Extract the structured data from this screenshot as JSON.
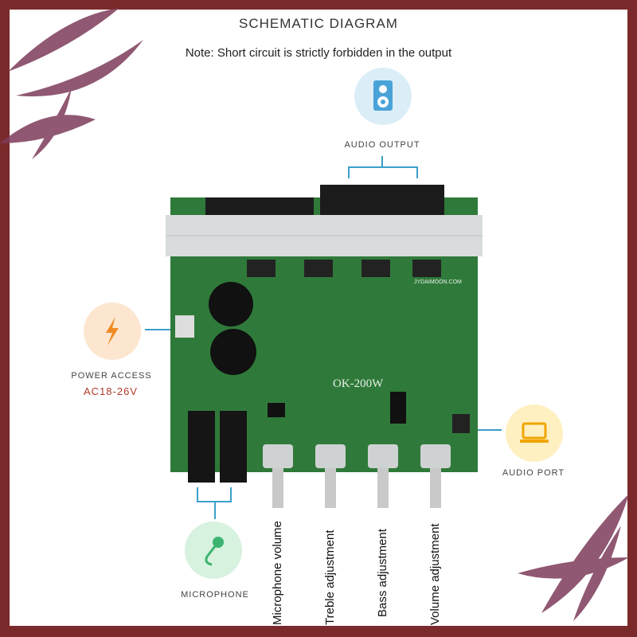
{
  "header": {
    "title": "SCHEMATIC DIAGRAM",
    "note": "Note: Short circuit is strictly forbidden in the output"
  },
  "callouts": {
    "audio_output": "AUDIO OUTPUT",
    "power_access": "POWER ACCESS",
    "power_voltage": "AC18-26V",
    "audio_port": "AUDIO PORT",
    "microphone": "MICROPHONE"
  },
  "board": {
    "model": "OK-200W",
    "site": "JYDAIMOON.COM"
  },
  "knobs": [
    {
      "label": "Microphone volume"
    },
    {
      "label": "Treble adjustment"
    },
    {
      "label": "Bass adjustment"
    },
    {
      "label": "Volume adjustment"
    }
  ],
  "colors": {
    "pcb_green": "#2f7a3a",
    "frame": "#7a2a2a",
    "icon_blue": "#dbeef7",
    "icon_orange": "#fde6cf",
    "icon_yellow": "#fff0c2",
    "icon_green": "#d7f2df"
  }
}
